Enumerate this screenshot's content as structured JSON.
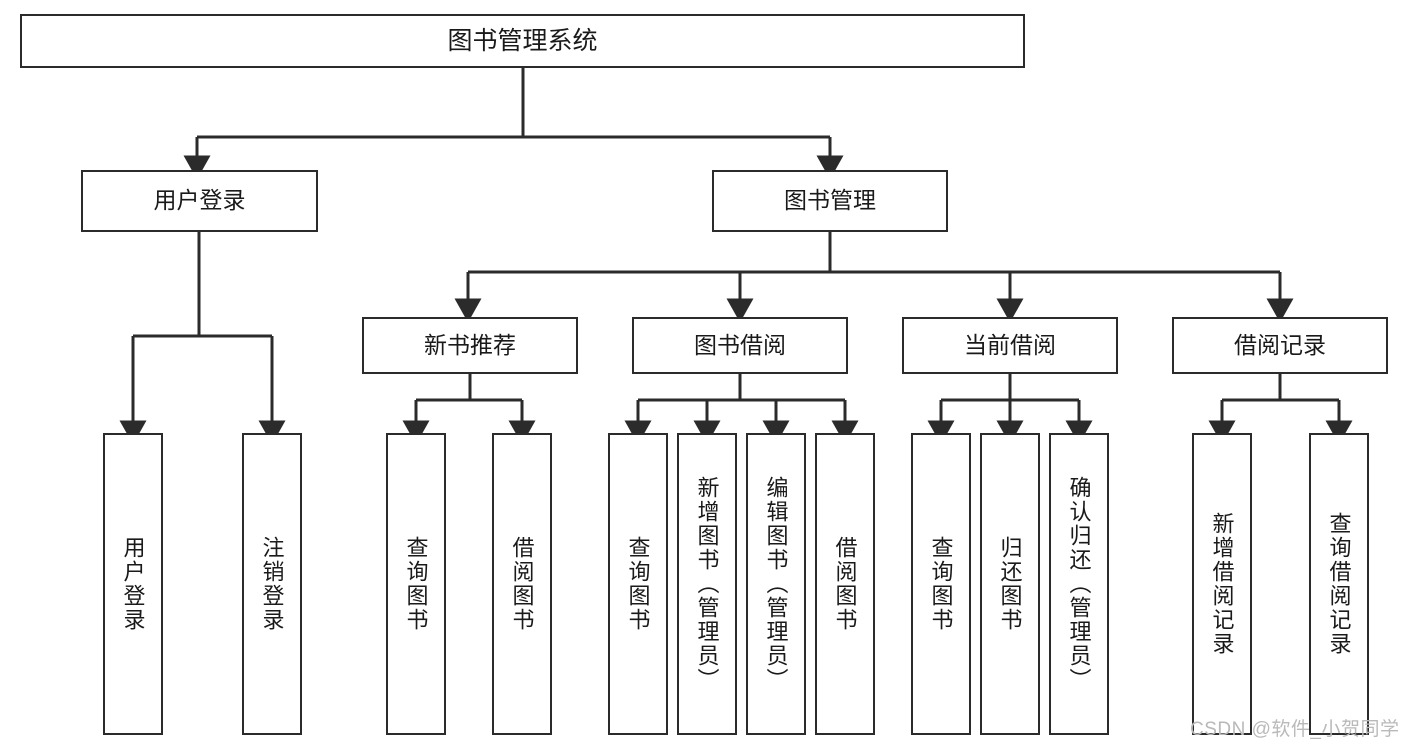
{
  "diagram": {
    "type": "tree-hierarchy",
    "title": "图书管理系统",
    "colors": {
      "box_border": "#2b2b2b",
      "box_fill": "#ffffff",
      "connector": "#2b2b2b",
      "background": "#ffffff",
      "watermark": "#b9b9b9"
    },
    "root": {
      "label": "图书管理系统"
    },
    "level2": [
      {
        "label": "用户登录"
      },
      {
        "label": "图书管理"
      }
    ],
    "level3": [
      {
        "label": "新书推荐"
      },
      {
        "label": "图书借阅"
      },
      {
        "label": "当前借阅"
      },
      {
        "label": "借阅记录"
      }
    ],
    "leaves": {
      "user_login": [
        {
          "label": "用户登录"
        },
        {
          "label": "注销登录"
        }
      ],
      "new_book_recommend": [
        {
          "label": "查询图书"
        },
        {
          "label": "借阅图书"
        }
      ],
      "book_borrow": [
        {
          "label": "查询图书"
        },
        {
          "label": "新增图书（管理员）"
        },
        {
          "label": "编辑图书（管理员）"
        },
        {
          "label": "借阅图书"
        }
      ],
      "current_borrow": [
        {
          "label": "查询图书"
        },
        {
          "label": "归还图书"
        },
        {
          "label": "确认归还（管理员）"
        }
      ],
      "borrow_record": [
        {
          "label": "新增借阅记录"
        },
        {
          "label": "查询借阅记录"
        }
      ]
    }
  },
  "watermark": {
    "text": "CSDN @软件_小贺同学"
  }
}
